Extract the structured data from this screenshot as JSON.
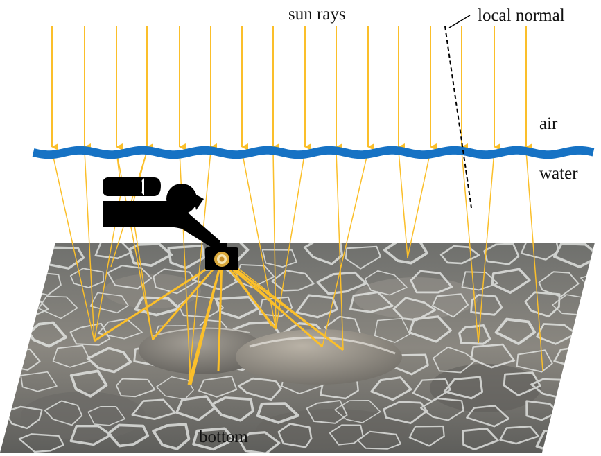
{
  "labels": {
    "sun_rays": "sun rays",
    "local_normal": "local normal",
    "air": "air",
    "water": "water",
    "bottom": "bottom"
  },
  "colors": {
    "ray": "#fbbf2a",
    "water_surface": "#1672c4",
    "diver": "#000000",
    "sea_floor": "#7d7b76",
    "caustic": "#eef0ee",
    "normal_line": "#000000"
  },
  "icons": {
    "diver": "scuba-diver-icon",
    "camera": "camera-icon"
  }
}
